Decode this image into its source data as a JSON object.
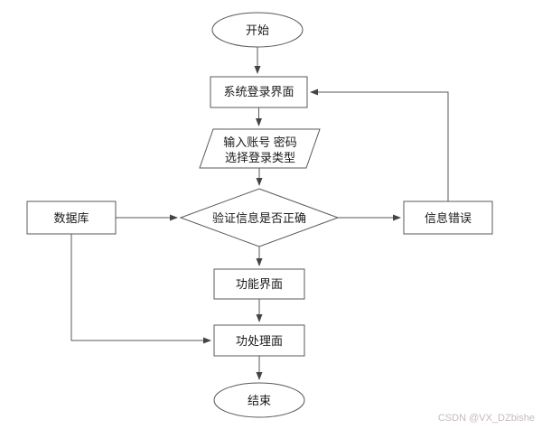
{
  "diagram": {
    "title": "login-flowchart",
    "nodes": {
      "start": {
        "label": "开始",
        "type": "terminator"
      },
      "login": {
        "label": "系统登录界面",
        "type": "process"
      },
      "input": {
        "line1": "输入账号 密码",
        "line2": "选择登录类型",
        "type": "io-parallelogram"
      },
      "verify": {
        "label": "验证信息是否正确",
        "type": "decision"
      },
      "database": {
        "label": "数据库",
        "type": "process"
      },
      "error": {
        "label": "信息错误",
        "type": "process"
      },
      "function": {
        "label": "功能界面",
        "type": "process"
      },
      "process": {
        "label": "功处理面",
        "type": "process"
      },
      "end": {
        "label": "结束",
        "type": "terminator"
      }
    },
    "edges": [
      "start->login",
      "login->input",
      "input->verify",
      "database->verify",
      "verify->error",
      "error->login",
      "verify->function",
      "function->process",
      "database->process",
      "process->end"
    ]
  },
  "watermark": {
    "text": "CSDN @VX_DZbishe",
    "color": "#c9b8b8"
  },
  "colors": {
    "background": "#ffffff",
    "shape_stroke": "#595959",
    "shape_fill": "#ffffff",
    "text": "#1a1a1a"
  }
}
